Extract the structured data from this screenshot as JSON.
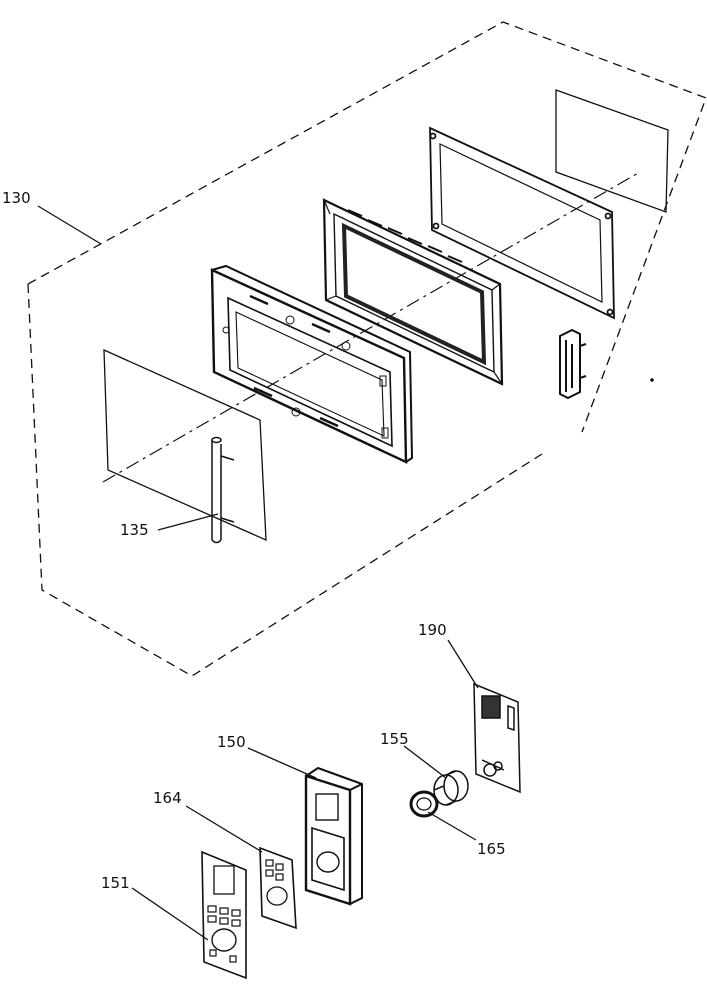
{
  "labels": {
    "l130": "130",
    "l135": "135",
    "l190": "190",
    "l150": "150",
    "l155": "155",
    "l164": "164",
    "l165": "165",
    "l151": "151"
  }
}
